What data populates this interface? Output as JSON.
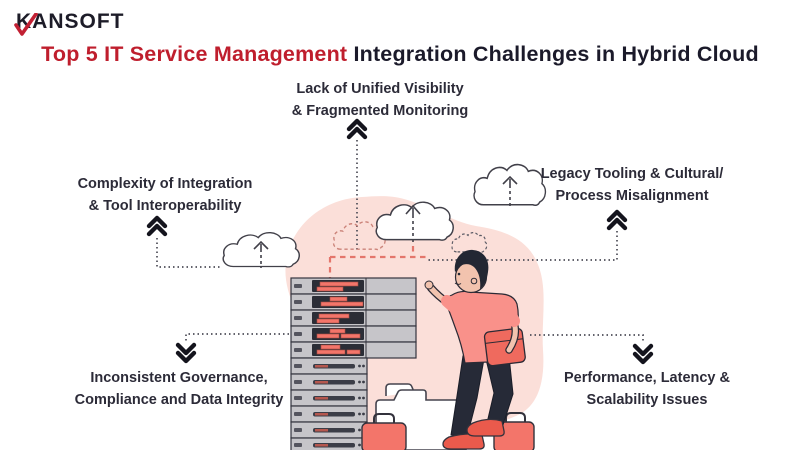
{
  "logo": {
    "text": "KANSOFT"
  },
  "title": {
    "highlight": "Top 5 IT Service Management",
    "rest": " Integration Challenges in Hybrid Cloud"
  },
  "challenges": [
    {
      "id": "top-center",
      "line1": "Lack of Unified Visibility",
      "line2": "& Fragmented Monitoring",
      "arrow": "up"
    },
    {
      "id": "mid-left",
      "line1": "Complexity of Integration",
      "line2": "& Tool Interoperability",
      "arrow": "up"
    },
    {
      "id": "mid-right",
      "line1": "Legacy Tooling & Cultural/",
      "line2": "Process Misalignment",
      "arrow": "up"
    },
    {
      "id": "bottom-left",
      "line1": "Inconsistent Governance,",
      "line2": "Compliance and Data Integrity",
      "arrow": "down"
    },
    {
      "id": "bottom-right",
      "line1": "Performance, Latency &",
      "line2": "Scalability Issues",
      "arrow": "down"
    }
  ],
  "illustration": {
    "description": "Person touching a server rack with red alert bars, clouds with upload arrows, folder and suitcases on a pink blob",
    "icons": [
      "cloud-upload-icon",
      "dashed-cloud-icon",
      "server-rack-icon",
      "person-figure",
      "folder-icon",
      "suitcase-icon",
      "briefcase-icon",
      "chevron-up-icon",
      "chevron-down-icon",
      "logo-check-icon"
    ]
  },
  "colors": {
    "accent_red": "#bf1e2d",
    "salmon": "#f3756a",
    "blob_pink": "#fbdfd9",
    "dark_text": "#1b1a2a",
    "label_text": "#2c2b38",
    "rack_gray": "#c6c5c9",
    "screen_dark": "#2b2d36",
    "outline": "#40404a"
  }
}
